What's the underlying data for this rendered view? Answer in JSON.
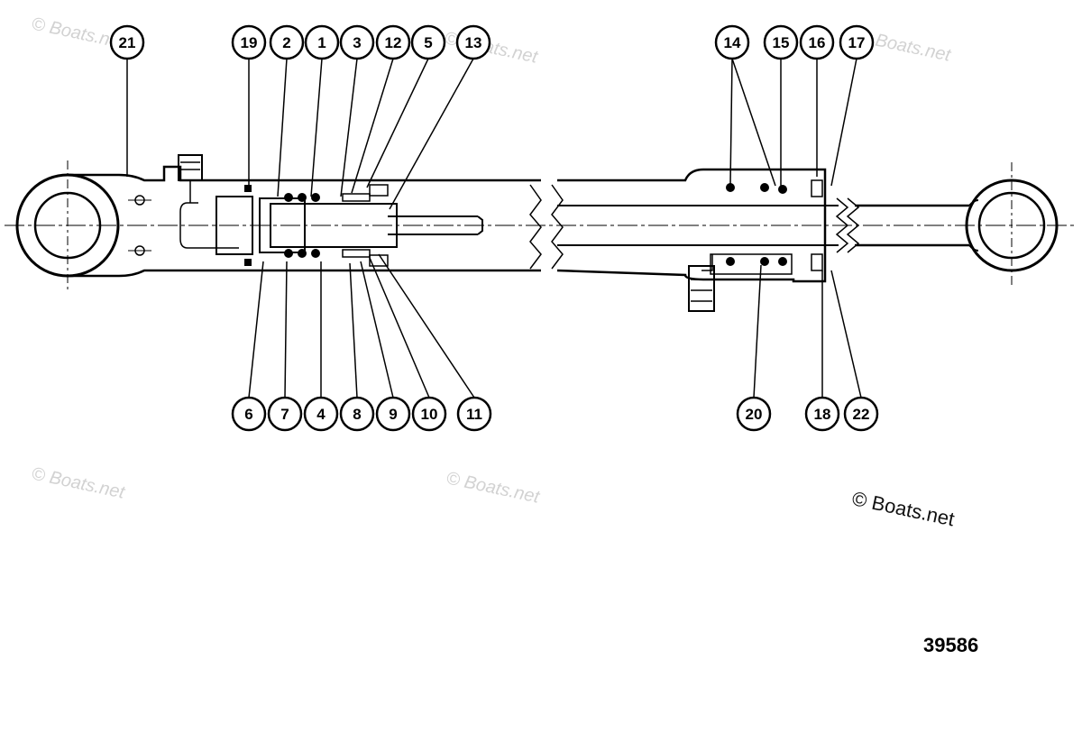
{
  "watermark_text": "© Boats.net",
  "copyright": "© Boats.net",
  "figure_number": "39586",
  "callouts_top_left": [
    "21",
    "19",
    "2",
    "1",
    "3",
    "12",
    "5",
    "13"
  ],
  "callouts_bottom_left": [
    "6",
    "7",
    "4",
    "8",
    "9",
    "10",
    "11"
  ],
  "callouts_top_right": [
    "14",
    "15",
    "16",
    "17"
  ],
  "callouts_bottom_right": [
    "20",
    "18",
    "22"
  ]
}
